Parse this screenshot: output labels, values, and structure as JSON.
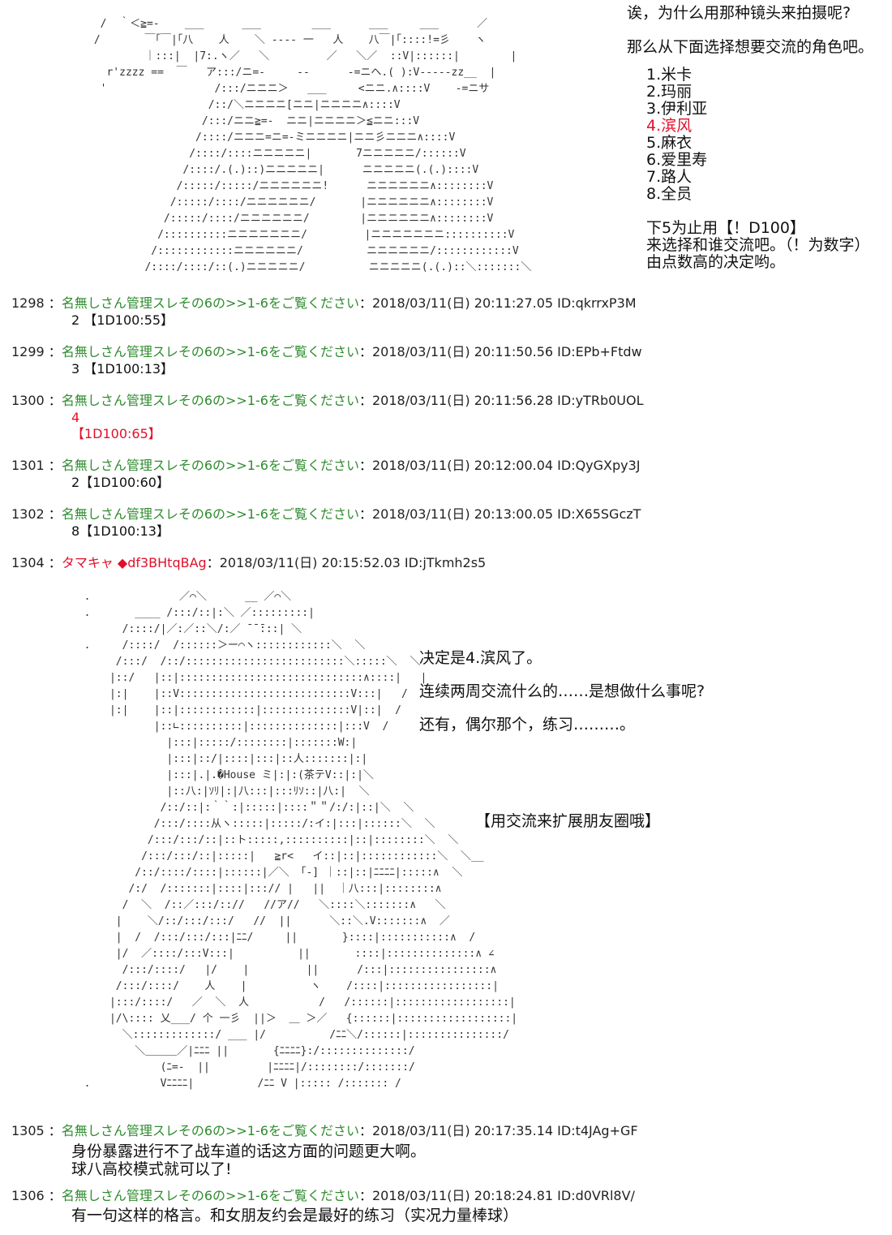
{
  "scene1": {
    "narration": [
      "诶，为什么用那种镜头来拍摄呢?",
      "那么从下面选择想要交流的角色吧。"
    ],
    "choices": [
      "1.米卡",
      "2.玛丽",
      "3.伊利亚",
      "4.滨风",
      "5.麻衣",
      "6.爱里寿",
      "7.路人",
      "8.全员"
    ],
    "instructions": [
      "下5为止用【！D100】",
      "来选择和谁交流吧。（！为数字）",
      "由点数高的决定哟。"
    ]
  },
  "posts": [
    {
      "num": "1298",
      "name": "名無しさん管理スレその6の>>1-6をご覧ください",
      "meta": "2018/03/11(日) 20:11:27.05 ID:qkrrxP3M",
      "body": "2 【1D100:55】"
    },
    {
      "num": "1299",
      "name": "名無しさん管理スレその6の>>1-6をご覧ください",
      "meta": "2018/03/11(日) 20:11:50.56 ID:EPb+Ftdw",
      "body": "3 【1D100:13】"
    },
    {
      "num": "1300",
      "name": "名無しさん管理スレその6の>>1-6をご覧ください",
      "meta": "2018/03/11(日) 20:11:56.28 ID:yTRb0UOL",
      "body_line1": "4",
      "body_line2": "【1D100:65】"
    },
    {
      "num": "1301",
      "name": "名無しさん管理スレその6の>>1-6をご覧ください",
      "meta": "2018/03/11(日) 20:12:00.04 ID:QyGXpy3J",
      "body": "2【1D100:60】"
    },
    {
      "num": "1302",
      "name": "名無しさん管理スレその6の>>1-6をご覧ください",
      "meta": "2018/03/11(日) 20:13:00.05 ID:X65SGczT",
      "body": "8【1D100:13】"
    },
    {
      "num": "1304",
      "name": "タマキャ ◆df3BHtqBAg",
      "meta": "2018/03/11(日) 20:15:52.03 ID:jTkmh2s5"
    },
    {
      "num": "1305",
      "name": "名無しさん管理スレその6の>>1-6をご覧ください",
      "meta": "2018/03/11(日) 20:17:35.14 ID:t4JAg+GF",
      "body_line1": "身份暴露进行不了战车道的话这方面的问题更大啊。",
      "body_line2": "球八高校模式就可以了!"
    },
    {
      "num": "1306",
      "name": "名無しさん管理スレその6の>>1-6をご覧ください",
      "meta": "2018/03/11(日) 20:18:24.81 ID:d0VRl8V/",
      "body": "有一句这样的格言。和女朋友约会是最好的练习（实况力量棒球）"
    }
  ],
  "scene2": {
    "lines": [
      "决定是4.滨风了。",
      "连续两周交流什么的……是想做什么事呢?",
      "还有，偶尔那个，练习………。"
    ],
    "banner": "【用交流来扩展朋友圈哦】"
  },
  "colors": {
    "name_green": "#2e8b2e",
    "highlight_red": "#e0102a",
    "aa_blue": "#4a6aa8"
  }
}
